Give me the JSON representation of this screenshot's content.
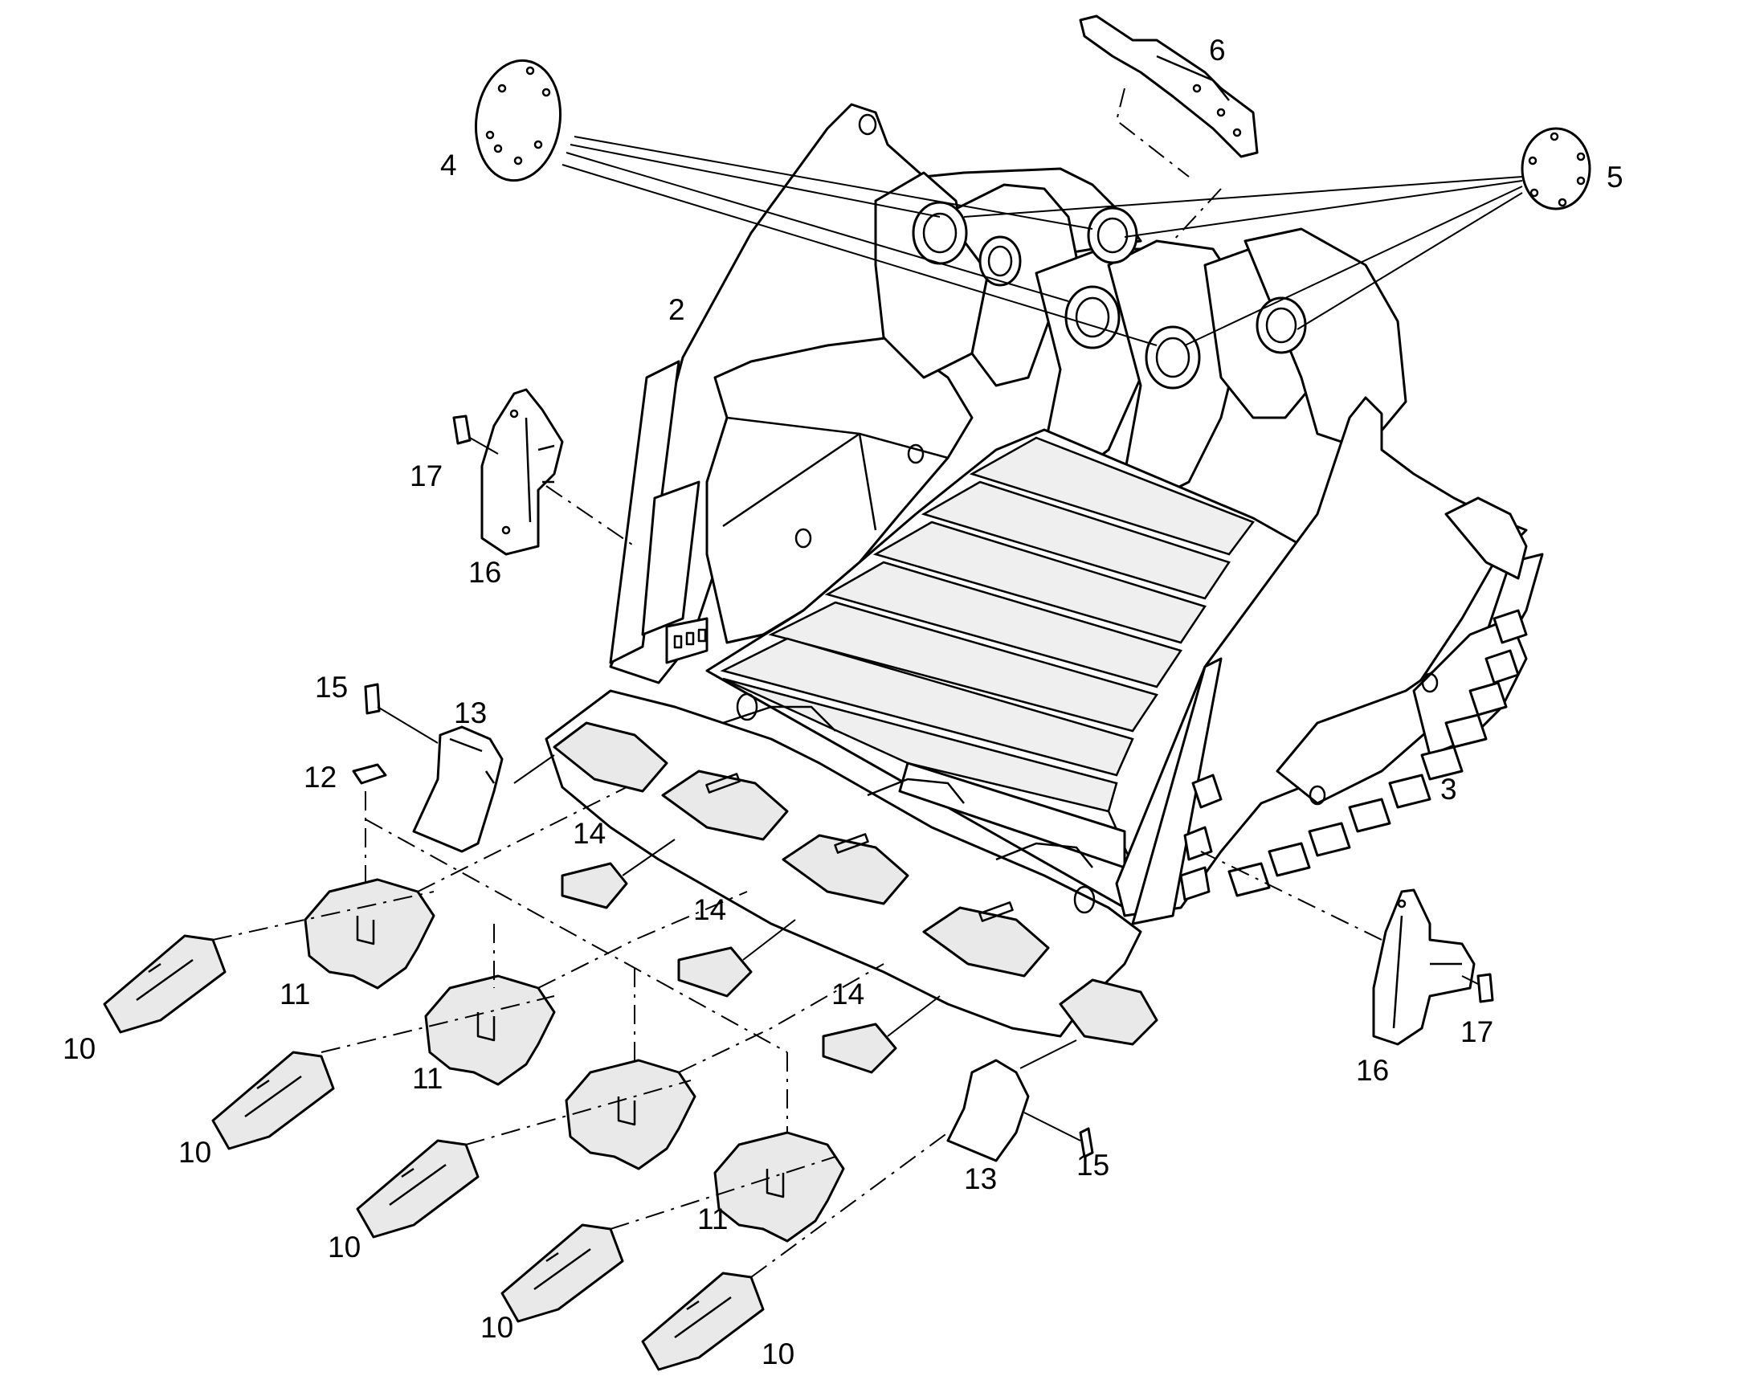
{
  "callouts": [
    {
      "id": "c2",
      "text": "2"
    },
    {
      "id": "c3",
      "text": "3"
    },
    {
      "id": "c4",
      "text": "4"
    },
    {
      "id": "c5",
      "text": "5"
    },
    {
      "id": "c6",
      "text": "6"
    },
    {
      "id": "c10a",
      "text": "10"
    },
    {
      "id": "c10b",
      "text": "10"
    },
    {
      "id": "c10c",
      "text": "10"
    },
    {
      "id": "c10d",
      "text": "10"
    },
    {
      "id": "c10e",
      "text": "10"
    },
    {
      "id": "c11a",
      "text": "11"
    },
    {
      "id": "c11b",
      "text": "11"
    },
    {
      "id": "c11c",
      "text": "11"
    },
    {
      "id": "c12",
      "text": "12"
    },
    {
      "id": "c13a",
      "text": "13"
    },
    {
      "id": "c13b",
      "text": "13"
    },
    {
      "id": "c14a",
      "text": "14"
    },
    {
      "id": "c14b",
      "text": "14"
    },
    {
      "id": "c14c",
      "text": "14"
    },
    {
      "id": "c15a",
      "text": "15"
    },
    {
      "id": "c15b",
      "text": "15"
    },
    {
      "id": "c16a",
      "text": "16"
    },
    {
      "id": "c16b",
      "text": "16"
    },
    {
      "id": "c17a",
      "text": "17"
    },
    {
      "id": "c17b",
      "text": "17"
    }
  ]
}
